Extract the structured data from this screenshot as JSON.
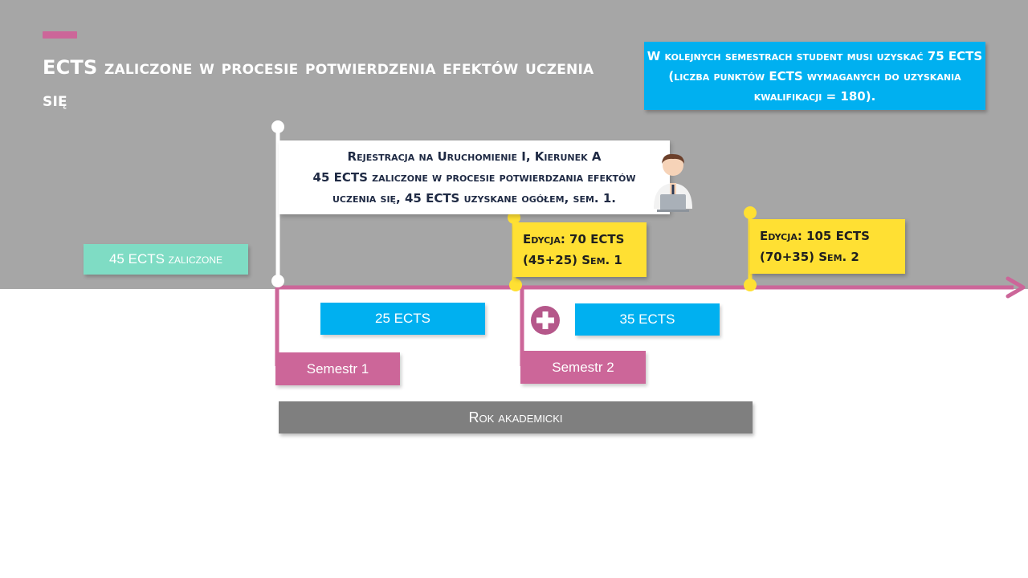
{
  "title": "ECTS zaliczone w procesie potwierdzenia efektów uczenia się",
  "info_box": "W kolejnych semestrach student musi uzyskać 75 ECTS (liczba punktów ECTS wymaganych do uzyskania kwalifikacji = 180).",
  "registration": {
    "line1": "Rejestracja na Uruchomienie I, Kierunek A",
    "line2": "45 ECTS zaliczone w procesie potwierdzania efektów",
    "line3": "uczenia się, 45 ECTS uzyskane ogółem, sem. 1."
  },
  "credited": "45 ECTS zaliczone",
  "edition1": {
    "line1": "Edycja: 70 ECTS",
    "line2": "(45+25) Sem. 1"
  },
  "edition2": {
    "line1": "Edycja: 105 ECTS",
    "line2": "(70+35) Sem. 2"
  },
  "ects_sem1": "25 ECTS",
  "ects_sem2": "35 ECTS",
  "semester1": "Semestr 1",
  "semester2": "Semestr 2",
  "academic_year": "Rok akademicki",
  "colors": {
    "pink": "#cc6699",
    "blue": "#00b0f0",
    "yellow": "#ffe033",
    "teal": "#7fdcc4",
    "gray": "#7f7f7f"
  }
}
